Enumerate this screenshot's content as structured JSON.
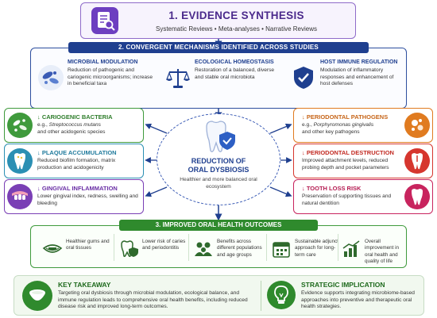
{
  "evidence": {
    "title": "1. EVIDENCE SYNTHESIS",
    "subtitle": "Systematic Reviews  •  Meta-analyses  •  Narrative Reviews",
    "icon": "document-search-icon"
  },
  "mechanisms": {
    "header": "2. CONVERGENT MECHANISMS IDENTIFIED ACROSS STUDIES",
    "items": [
      {
        "title": "MICROBIAL MODULATION",
        "desc": "Reduction of pathogenic and cariogenic microorganisms; increase in beneficial taxa",
        "icon": "bacteria-icon"
      },
      {
        "title": "ECOLOGICAL HOMEOSTASIS",
        "desc": "Restoration of a balanced, diverse and stable oral microbiota",
        "icon": "balance-scale-icon"
      },
      {
        "title": "HOST IMMUNE REGULATION",
        "desc": "Modulation of inflammatory responses and enhancement of host defenses",
        "icon": "shield-check-icon"
      }
    ]
  },
  "left_cards": [
    {
      "title": "↓ CARIOGENIC BACTERIA",
      "desc_prefix": "e.g., ",
      "desc_em": "Streptococcus mutans",
      "desc_rest": "and other acidogenic species",
      "color": "#3f9a3c",
      "icon": "bacteria-icon"
    },
    {
      "title": "↓ PLAQUE ACCUMULATION",
      "desc": "Reduced biofilm formation, matrix production and acidogenicity",
      "color": "#2b8fb3",
      "icon": "tooth-icon"
    },
    {
      "title": "↓ GINGIVAL INFLAMMATION",
      "desc": "Lower gingival index, redness, swelling and bleeding",
      "color": "#7a3fb5",
      "icon": "gums-icon"
    }
  ],
  "right_cards": [
    {
      "title": "↓ PERIODONTAL PATHOGENS",
      "desc_prefix": "e.g., ",
      "desc_em": "Porphyromonas gingivalis",
      "desc_rest": "and other key pathogens",
      "color": "#e07b20",
      "icon": "bacteria-icon"
    },
    {
      "title": "↓ PERIODONTAL DESTRUCTION",
      "desc": "Improved attachment levels, reduced probing depth and pocket parameters",
      "color": "#d6362e",
      "icon": "tooth-icon"
    },
    {
      "title": "↓ TOOTH LOSS RISK",
      "desc": "Preservation of supporting tissues and natural dentition",
      "color": "#c8245e",
      "icon": "tooth-icon"
    }
  ],
  "center": {
    "line1": "REDUCTION OF",
    "line2": "ORAL DYSBIOSIS",
    "desc": "Healthier and more balanced oral ecosystem",
    "icon": "tooth-shield-icon"
  },
  "outcomes": {
    "header": "3. IMPROVED ORAL HEALTH OUTCOMES",
    "items": [
      {
        "text": "Healthier gums and oral tissues",
        "icon": "smile-lips-icon"
      },
      {
        "text": "Lower risk of caries and periodontitis",
        "icon": "tooth-shield-icon"
      },
      {
        "text": "Benefits across different populations and age groups",
        "icon": "people-icon"
      },
      {
        "text": "Sustainable adjunct approach for long-term care",
        "icon": "calendar-icon"
      },
      {
        "text": "Overall improvement in oral health and quality of life",
        "icon": "bar-chart-up-icon"
      }
    ]
  },
  "takeaway": {
    "title": "KEY TAKEAWAY",
    "desc": "Targeting oral dysbiosis through microbial modulation, ecological balance, and immune regulation leads to comprehensive oral health benefits, including reduced disease risk and improved long-term outcomes.",
    "icon": "yogurt-bowl-icon"
  },
  "implication": {
    "title": "STRATEGIC IMPLICATION",
    "desc": "Evidence supports integrating microbiome-based approaches into preventive and therapeutic oral health strategies.",
    "icon": "lightbulb-icon"
  },
  "colors": {
    "purple": "#6d3fc0",
    "navy": "#1f3f8f",
    "green": "#2f8a2d"
  }
}
